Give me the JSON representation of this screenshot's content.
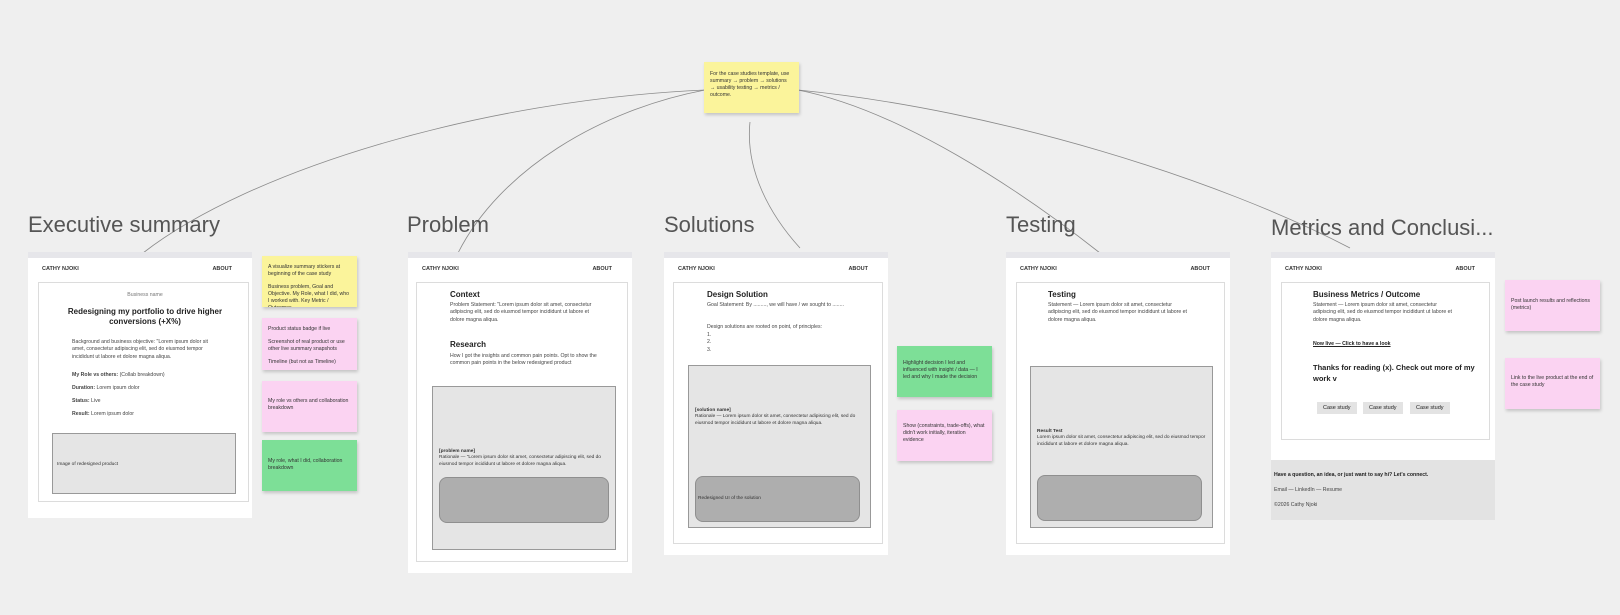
{
  "top_note": "For the case studies template, use summary → problem → solutions → usability testing → metrics / outcome.",
  "headings": {
    "executive": "Executive summary",
    "problem": "Problem",
    "solutions": "Solutions",
    "testing": "Testing",
    "metrics": "Metrics and Conclusi..."
  },
  "nav": {
    "name": "CATHY NJOKI",
    "about": "ABOUT"
  },
  "exec": {
    "business": "Business name",
    "title": "Redesigning my portfolio to drive higher conversions (+X%)",
    "background": "Background and business objective: \"Lorem ipsum dolor sit amet, consectetur adipiscing elit, sed do eiusmod tempor incididunt ut labore et dolore magna aliqua.",
    "role_label": "My Role vs others:",
    "role_value": "(Collab breakdown)",
    "duration_label": "Duration:",
    "duration_value": "Lorem ipsum dolor",
    "status_label": "Status:",
    "status_value": "Live",
    "result_label": "Result:",
    "result_value": "Lorem ipsum dolor",
    "image_caption": "Image of redesigned product"
  },
  "exec_notes": {
    "yellow_1": "A visualize summary stickers at beginning of the case study",
    "yellow_2": "Business problem, Goal and Objective. My Role, what I did, who I worked with. Key Metric / Outcomes",
    "pink_1a": "Product status badge if live",
    "pink_1b": "Screenshot of real product or use other live summary snapshots",
    "pink_1c": "Timeline (but not as Timeline)",
    "pink_2": "My role vs others and collaboration breakdown",
    "green": "My role, what I did, collaboration breakdown"
  },
  "problem": {
    "context_h": "Context",
    "context_text": "Problem Statement: \"Lorem ipsum dolor sit amet, consectetur adipiscing elit, sed do eiusmod tempor incididunt ut labore et dolore magna aliqua.",
    "research_h": "Research",
    "research_text": "How I got the insights and common pain points. Opt to show the common pain points in the below redesigned product",
    "cap_title": "[problem name]",
    "cap_text": "Rationale — \"Lorem ipsum dolor sit amet, consectetur adipiscing elit, sed do eiusmod tempor incididunt ut labore et dolore magna aliqua."
  },
  "solutions": {
    "h": "Design Solution",
    "goal": "Goal Statement: By ........., we will have / we sought to ........",
    "principles": "Design solutions are rooted on point, of principles:",
    "items": [
      "1.",
      "2.",
      "3."
    ],
    "cap_title": "[solution name]",
    "cap_text": "Rationale — Lorem ipsum dolor sit amet, consectetur adipiscing elit, sed do eiusmod tempor incididunt ut labore et dolore magna aliqua.",
    "pill": "Redesigned UI of the solution",
    "note_green": "Highlight decision I led and influenced with insight / data — I led and why I made the decision",
    "note_pink": "Show (constraints, trade-offs), what didn't work initially, iteration evidence"
  },
  "testing": {
    "h": "Testing",
    "statement": "Statement — Lorem ipsum dolor sit amet, consectetur adipiscing elit, sed do eiusmod tempor incididunt ut labore et dolore magna aliqua.",
    "cap_title": "Result Test",
    "cap_text": "Lorem ipsum dolor sit amet, consectetur adipiscing elit, sed do eiusmod tempor incididunt ut labore et dolore magna aliqua."
  },
  "metrics": {
    "h": "Business Metrics / Outcome",
    "statement": "Statement — Lorem ipsum dolor sit amet, consectetur adipiscing elit, sed do eiusmod tempor incididunt ut labore et dolore magna aliqua.",
    "link": "Now live — Click to have a look",
    "thanks": "Thanks for reading (x). Check out more of my work v",
    "buttons": [
      "Case study",
      "Case study",
      "Case study"
    ],
    "footer_q": "Have a question, an idea, or just want to say hi? Let's connect.",
    "footer_links": "Email — LinkedIn — Resume",
    "footer_copy": "©2026 Cathy Njoki",
    "note_1": "Post launch results and reflections (metrics)",
    "note_2": "Link to the live product at the end of the case study"
  }
}
